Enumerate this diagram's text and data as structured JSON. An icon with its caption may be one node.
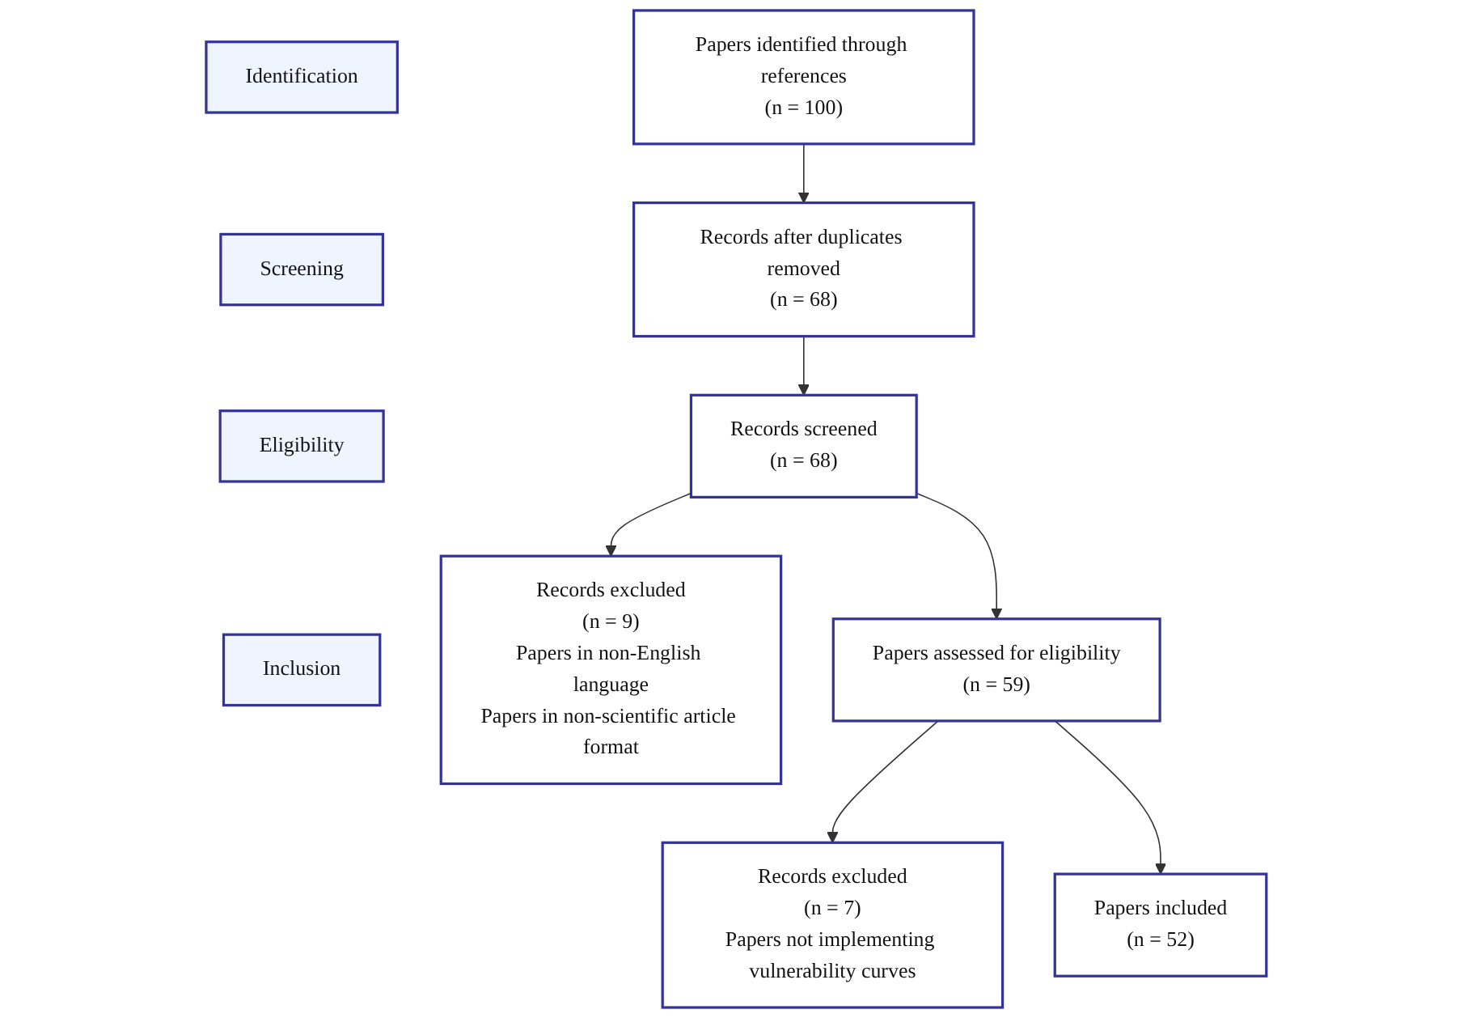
{
  "diagram": {
    "nodes": [
      {
        "text": [
          "Identification"
        ]
      },
      {
        "text": [
          "Screening"
        ]
      },
      {
        "text": [
          "Eligibility"
        ]
      },
      {
        "text": [
          "Inclusion"
        ]
      },
      {
        "text": [
          "Papers identified through references",
          "(n = 100)"
        ]
      },
      {
        "text": [
          "Records after duplicates removed",
          "(n = 68)"
        ]
      },
      {
        "text": [
          "Records screened",
          "(n = 68)"
        ]
      },
      {
        "text": [
          "Records excluded",
          "(n = 9)",
          "Papers in non-English language",
          "Papers in non-scientific article format"
        ]
      },
      {
        "text": [
          "Papers assessed for eligibility",
          "(n = 59)"
        ]
      },
      {
        "text": [
          "Records excluded",
          "(n = 7)",
          "Papers not implementing vulnerability curves"
        ]
      },
      {
        "text": [
          "Papers included",
          "(n = 52)"
        ]
      }
    ],
    "edges": [
      {
        "from": 4,
        "to": 5,
        "arrow": "to"
      },
      {
        "from": 5,
        "to": 6,
        "arrow": "to"
      },
      {
        "from": 6,
        "to": 7,
        "arrow": "to"
      },
      {
        "from": 6,
        "to": 8,
        "arrow": "to"
      },
      {
        "from": 8,
        "to": 9,
        "arrow": "to"
      },
      {
        "from": 8,
        "to": 10,
        "arrow": "to"
      }
    ]
  }
}
